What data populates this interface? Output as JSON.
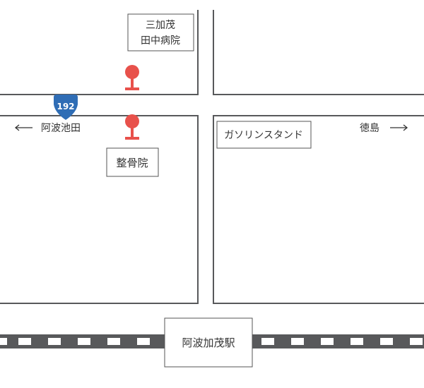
{
  "colors": {
    "road_edge": "#58595b",
    "rail_dark": "#58595b",
    "rail_light": "#ffffff",
    "pin": "#e8514b",
    "route_shield": "#2f6db5"
  },
  "landmarks": {
    "hospital_line1": "三加茂",
    "hospital_line2": "田中病院",
    "clinic": "整骨院",
    "gas_station": "ガソリンスタンド",
    "station": "阿波加茂駅"
  },
  "route": {
    "number": "192",
    "icon": "route-shield-icon"
  },
  "directions": {
    "west_arrow": "←",
    "west_label": "阿波池田",
    "east_label": "徳島",
    "east_arrow": "→"
  },
  "icons": {
    "pin": "location-pin-icon"
  }
}
